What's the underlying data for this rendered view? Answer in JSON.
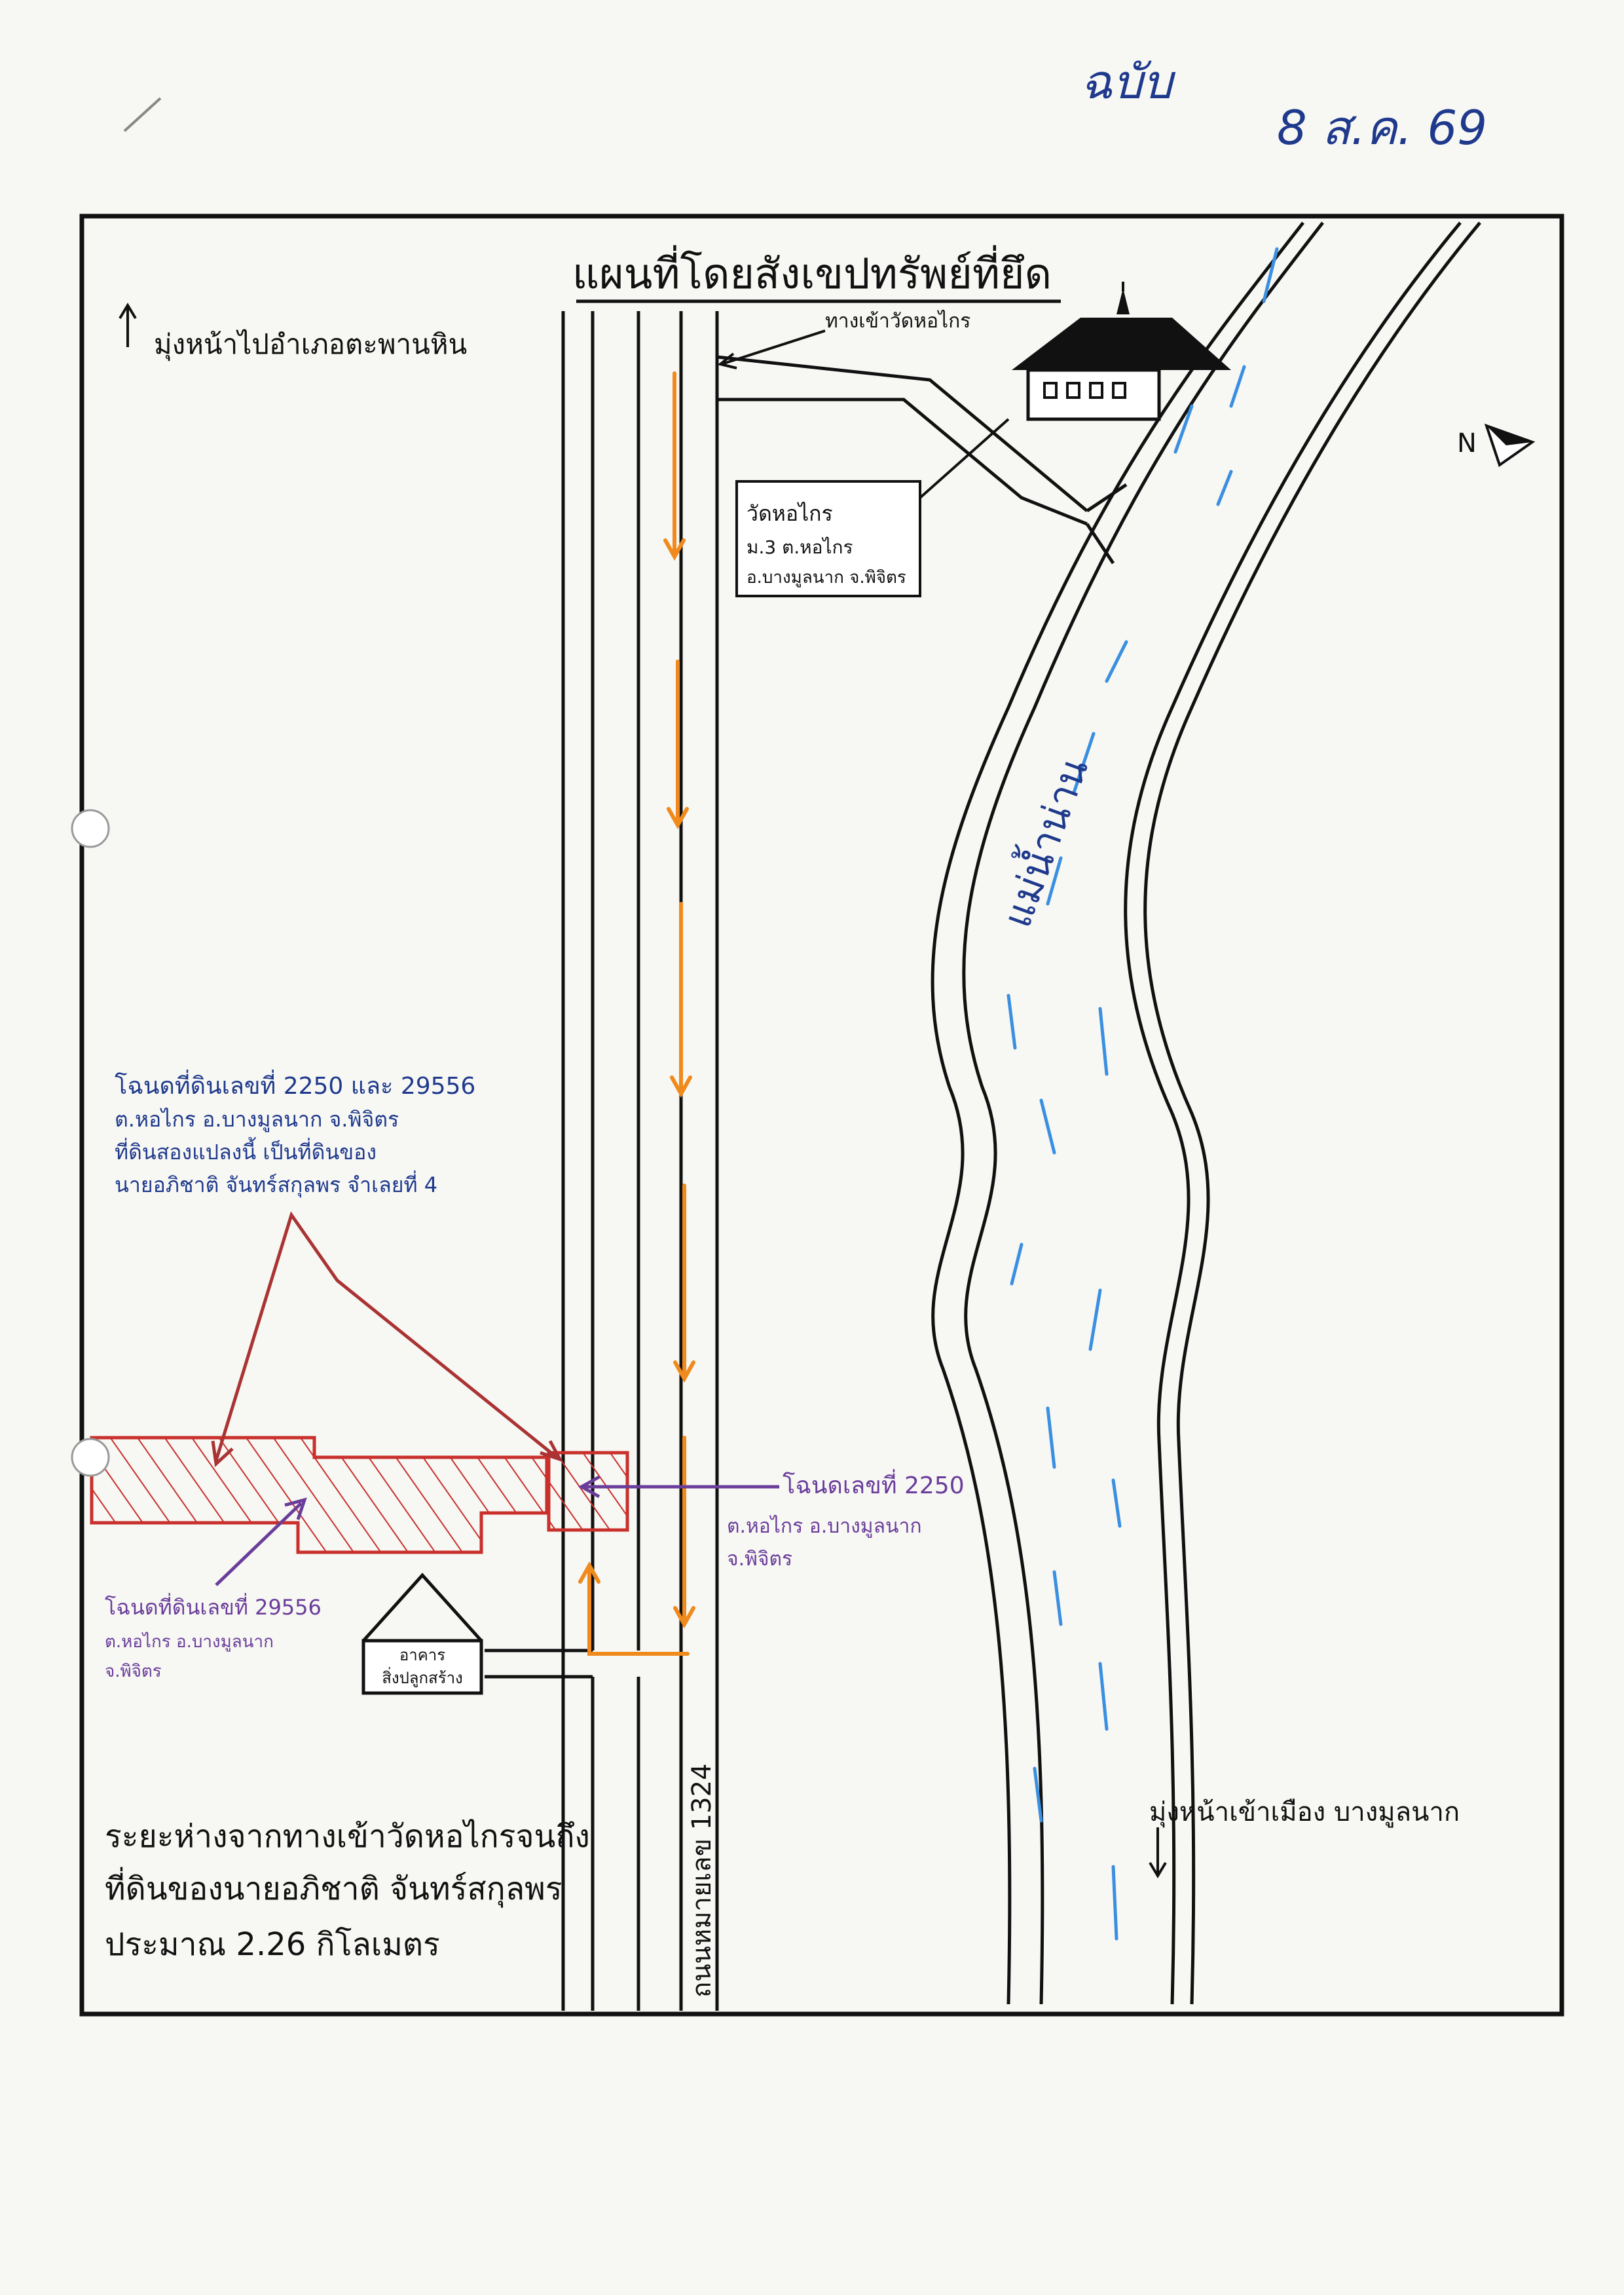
{
  "header_note": {
    "line1": "ฉบับ",
    "line2": "8 ส.ค. 69"
  },
  "title": "แผนที่โดยสังเขปทรัพย์ที่ยึด",
  "direction_north": "มุ่งหน้าไปอำเภอตะพานหิน",
  "direction_south": "มุ่งหน้าเข้าเมือง บางมูลนาก",
  "compass_letter": "N",
  "temple_entrance": "ทางเข้าวัดหอไกร",
  "temple": {
    "name": "วัดหอไกร",
    "line2": "ม.3 ต.หอไกร",
    "line3": "อ.บางมูลนาก จ.พิจิตร"
  },
  "river_label": "แม่น้ำน่าน",
  "road_label": "ถนนหมายเลข 1324",
  "land_owner_note": {
    "line1": "โฉนดที่ดินเลขที่ 2250 และ 29556",
    "line2": "ต.หอไกร อ.บางมูลนาก จ.พิจิตร",
    "line3": "ที่ดินสองแปลงนี้ เป็นที่ดินของ",
    "line4": "นายอภิชาติ จันทร์สกุลพร จำเลยที่ 4"
  },
  "deed_2250": {
    "line1": "โฉนดเลขที่ 2250",
    "line2": "ต.หอไกร อ.บางมูลนาก",
    "line3": "จ.พิจิตร"
  },
  "deed_29556": {
    "line1": "โฉนดที่ดินเลขที่ 29556",
    "line2": "ต.หอไกร อ.บางมูลนาก",
    "line3": "จ.พิจิตร"
  },
  "building": {
    "line1": "อาคาร",
    "line2": "สิ่งปลูกสร้าง"
  },
  "distance_note": {
    "line1": "ระยะห่างจากทางเข้าวัดหอไกรจนถึง",
    "line2": "ที่ดินของนายอภิชาติ จันทร์สกุลพร",
    "line3": "ประมาณ   2.26  กิโลเมตร"
  },
  "colors": {
    "frame": "#111111",
    "route_arrow": "#f08a1c",
    "plot_outline": "#c9302c",
    "pointer_purple": "#6a3d9a",
    "blue_text": "#1f3a8c",
    "river_stroke": "#3a8fe0"
  }
}
